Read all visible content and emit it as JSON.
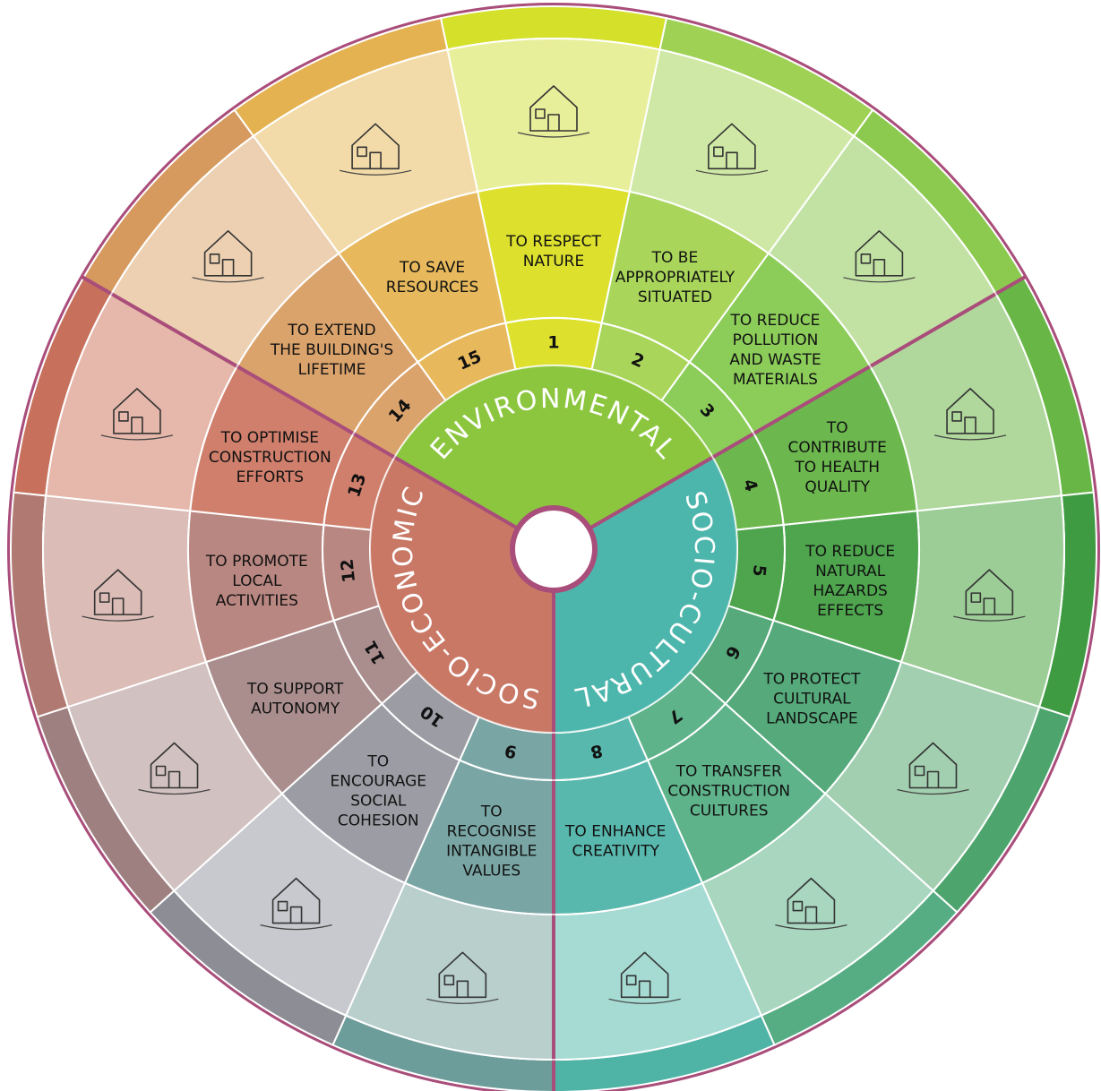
{
  "dimensions": [
    {
      "name": "ENVIRONMENTAL",
      "color": "#8cc63f",
      "start": -60,
      "end": 60
    },
    {
      "name": "SOCIO-CULTURAL",
      "color": "#4db6ac",
      "start": 60,
      "end": 180
    },
    {
      "name": "SOCIO-ECONOMIC",
      "color": "#c97866",
      "start": 180,
      "end": 300
    }
  ],
  "segments": [
    {
      "number": "1",
      "lines": [
        "TO RESPECT",
        "NATURE"
      ],
      "color": "#dde12e",
      "outer_color": "#e8ef9a",
      "rim_color": "#d4e029",
      "illustration": "house-in-landscape"
    },
    {
      "number": "2",
      "lines": [
        "TO BE",
        "APPROPRIATELY",
        "SITUATED"
      ],
      "color": "#a9d65a",
      "outer_color": "#cfe8a5",
      "rim_color": "#9fd155",
      "illustration": "houses-on-slope"
    },
    {
      "number": "3",
      "lines": [
        "TO REDUCE",
        "POLLUTION",
        "AND WASTE",
        "MATERIALS"
      ],
      "color": "#8ccd5a",
      "outer_color": "#c2e2a4",
      "rim_color": "#8cc94f",
      "illustration": "material-recycling"
    },
    {
      "number": "4",
      "lines": [
        "TO",
        "CONTRIBUTE",
        "TO HEALTH",
        "QUALITY"
      ],
      "color": "#6cb84e",
      "outer_color": "#b0d89c",
      "rim_color": "#68b646",
      "illustration": "ventilated-house"
    },
    {
      "number": "5",
      "lines": [
        "TO REDUCE",
        "NATURAL",
        "HAZARDS",
        "EFFECTS"
      ],
      "color": "#4ea54e",
      "outer_color": "#9ccd96",
      "rim_color": "#3e9b42",
      "illustration": "house-and-wave"
    },
    {
      "number": "6",
      "lines": [
        "TO PROTECT",
        "CULTURAL",
        "LANDSCAPE"
      ],
      "color": "#55a97a",
      "outer_color": "#a2cfb0",
      "rim_color": "#4da46d",
      "illustration": "terraced-fields"
    },
    {
      "number": "7",
      "lines": [
        "TO TRANSFER",
        "CONSTRUCTION",
        "CULTURES"
      ],
      "color": "#5fb38a",
      "outer_color": "#a8d6bf",
      "rim_color": "#57ad83",
      "illustration": "builders-at-work"
    },
    {
      "number": "8",
      "lines": [
        "TO ENHANCE",
        "CREATIVITY"
      ],
      "color": "#59b8ad",
      "outer_color": "#a6dbd3",
      "rim_color": "#4fb3a6",
      "illustration": "dreamed-houses"
    },
    {
      "number": "9",
      "lines": [
        "TO",
        "RECOGNISE",
        "INTANGIBLE",
        "VALUES"
      ],
      "color": "#79a6a4",
      "outer_color": "#b8cfcc",
      "rim_color": "#6d9d9a",
      "illustration": "village-festival"
    },
    {
      "number": "10",
      "lines": [
        "TO",
        "ENCOURAGE",
        "SOCIAL",
        "COHESION"
      ],
      "color": "#9c9da4",
      "outer_color": "#c8c9ce",
      "rim_color": "#8d8e95",
      "illustration": "houses-under-tree"
    },
    {
      "number": "11",
      "lines": [
        "TO SUPPORT",
        "AUTONOMY"
      ],
      "color": "#aa8e8e",
      "outer_color": "#d2c1c1",
      "rim_color": "#9f8080",
      "illustration": "farm-house"
    },
    {
      "number": "12",
      "lines": [
        "TO PROMOTE",
        "LOCAL",
        "ACTIVITIES"
      ],
      "color": "#b98781",
      "outer_color": "#dbbcb6",
      "rim_color": "#b07a72",
      "illustration": "workshop-houses"
    },
    {
      "number": "13",
      "lines": [
        "TO OPTIMISE",
        "CONSTRUCTION",
        "EFFORTS"
      ],
      "color": "#cf7f6c",
      "outer_color": "#e6b8ab",
      "rim_color": "#c7705c",
      "illustration": "house-construction"
    },
    {
      "number": "14",
      "lines": [
        "TO EXTEND",
        "THE BUILDING'S",
        "LIFETIME"
      ],
      "color": "#dba36c",
      "outer_color": "#ecd0b1",
      "rim_color": "#d69a5e",
      "illustration": "roof-repair"
    },
    {
      "number": "15",
      "lines": [
        "TO SAVE",
        "RESOURCES"
      ],
      "color": "#e7b95c",
      "outer_color": "#f2dba8",
      "rim_color": "#e4b250",
      "illustration": "solar-house"
    }
  ],
  "colors": {
    "border": "#a94d7a",
    "center": "#ffffff"
  }
}
